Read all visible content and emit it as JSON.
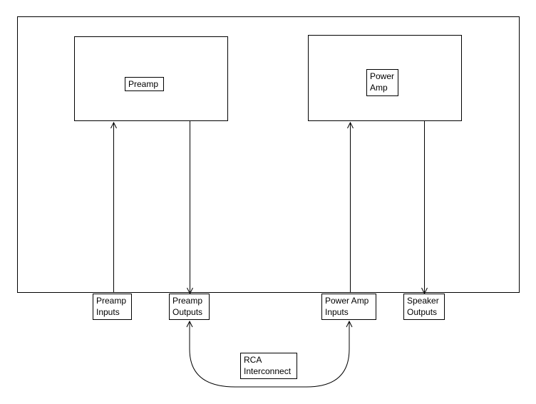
{
  "labels": {
    "preamp": [
      "Preamp"
    ],
    "power_amp": [
      "Power",
      "Amp"
    ],
    "preamp_inputs": [
      "Preamp",
      "Inputs"
    ],
    "preamp_outputs": [
      "Preamp",
      "Outputs"
    ],
    "power_amp_inputs": [
      "Power Amp",
      "Inputs"
    ],
    "speaker_outputs": [
      "Speaker",
      "Outputs"
    ],
    "rca_interconnect": [
      "RCA",
      "Interconnect"
    ]
  },
  "colors": {
    "line": "#000000",
    "background": "#ffffff"
  }
}
